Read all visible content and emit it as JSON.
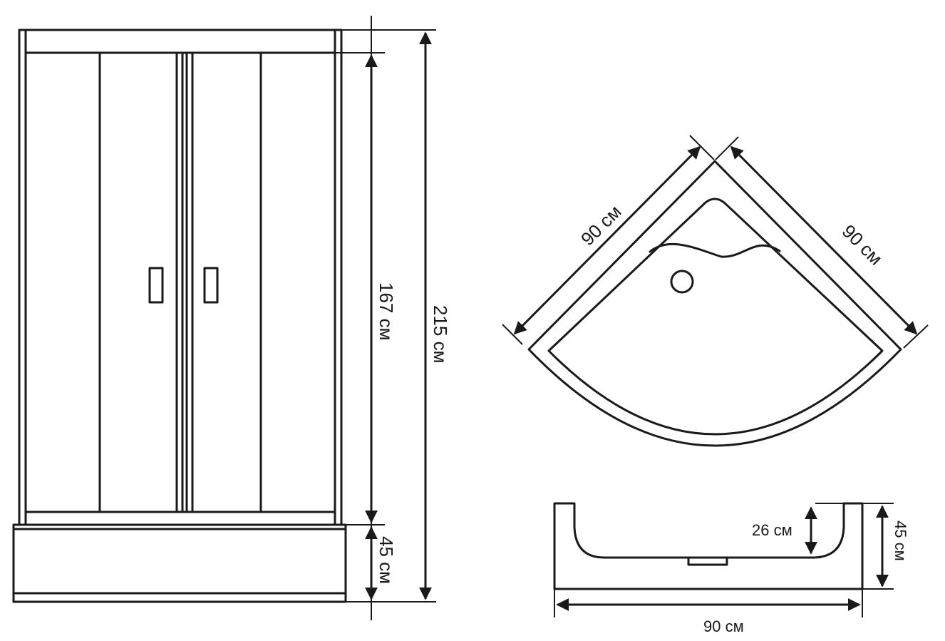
{
  "front_view": {
    "height_upper_label": "167 см",
    "height_base_label": "45 см",
    "height_total_label": "215 см"
  },
  "top_view": {
    "side_left_label": "90 см",
    "side_right_label": "90 см"
  },
  "side_view": {
    "depth_label": "26 см",
    "height_label": "45 см",
    "width_label": "90 см"
  }
}
